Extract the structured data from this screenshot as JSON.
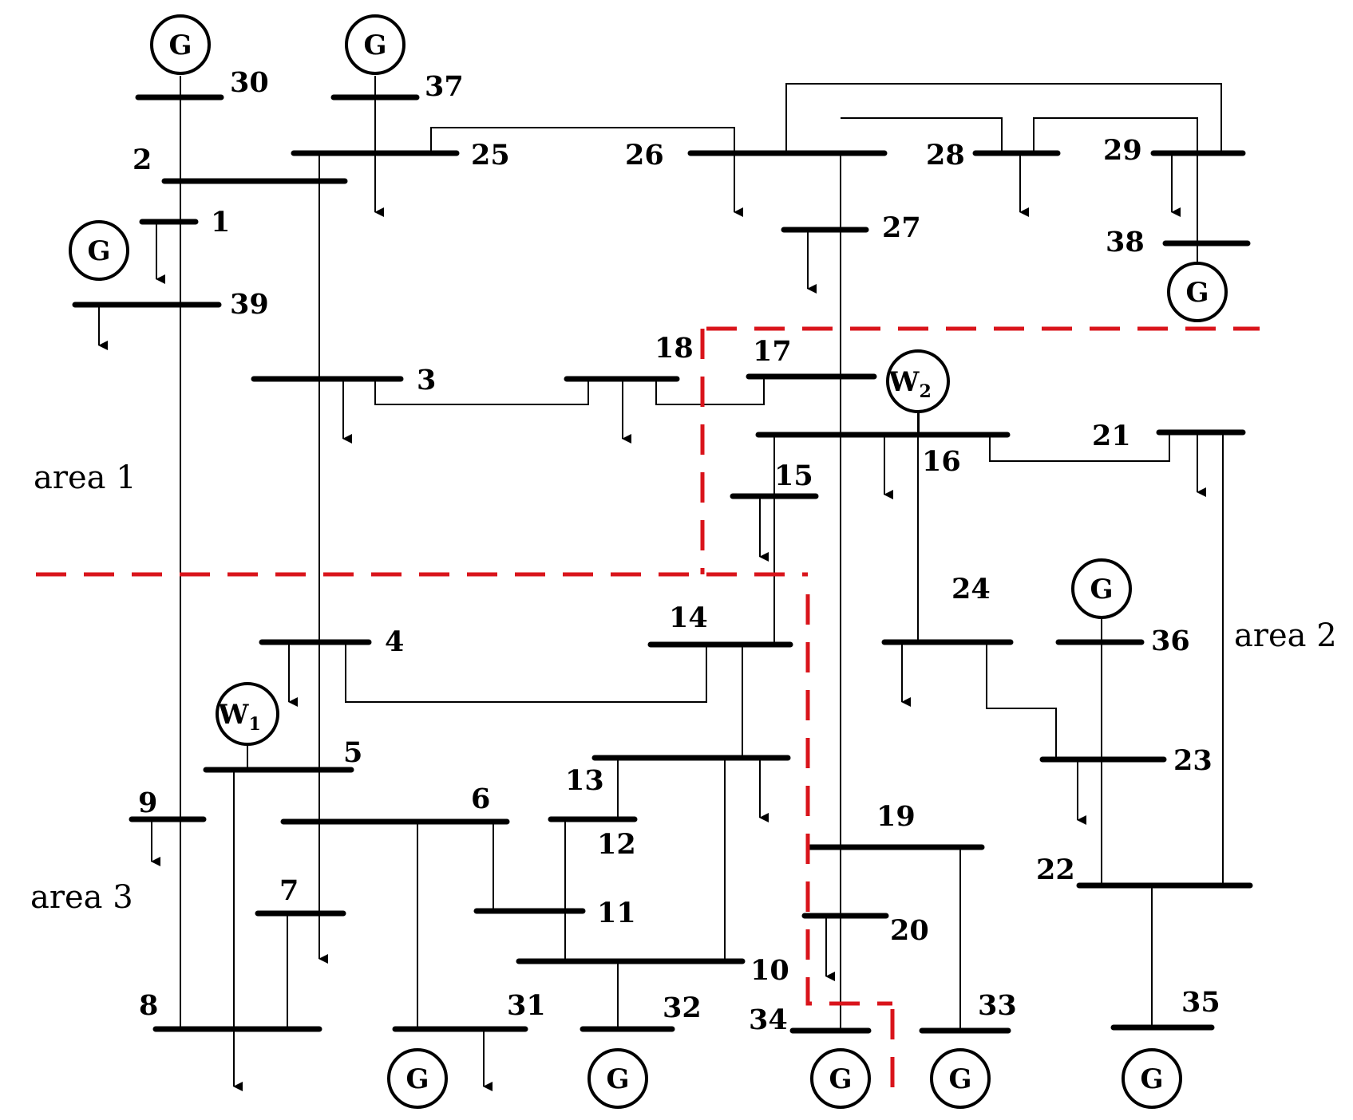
{
  "diagram": {
    "areas": [
      "area 1",
      "area 2",
      "area 3"
    ],
    "generator_label": "G",
    "wind": [
      "W",
      "W"
    ],
    "wind_subscripts": [
      "1",
      "2"
    ],
    "buses": [
      "1",
      "2",
      "3",
      "4",
      "5",
      "6",
      "7",
      "8",
      "9",
      "10",
      "11",
      "12",
      "13",
      "14",
      "15",
      "16",
      "17",
      "18",
      "19",
      "20",
      "21",
      "22",
      "23",
      "24",
      "25",
      "26",
      "27",
      "28",
      "29",
      "30",
      "31",
      "32",
      "33",
      "34",
      "35",
      "36",
      "37",
      "38",
      "39"
    ],
    "colors": {
      "lines": "#000000",
      "area_boundary": "#d9141b"
    }
  }
}
